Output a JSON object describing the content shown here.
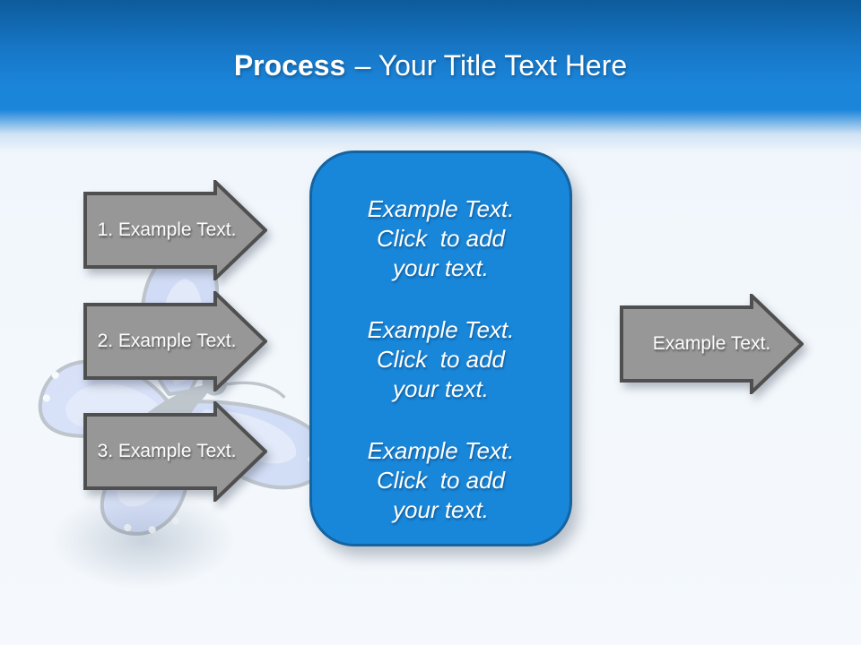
{
  "header": {
    "title_bold": "Process",
    "title_rest": "– Your Title Text Here"
  },
  "process_steps": [
    {
      "label": "1. Example Text."
    },
    {
      "label": "2. Example Text."
    },
    {
      "label": "3. Example Text."
    }
  ],
  "center_box": {
    "blocks": [
      {
        "lines": [
          "Example Text.",
          "Click  to add",
          "your text."
        ]
      },
      {
        "lines": [
          "Example Text.",
          "Click  to add",
          "your text."
        ]
      },
      {
        "lines": [
          "Example Text.",
          "Click  to add",
          "your text."
        ]
      }
    ]
  },
  "output_arrow": {
    "label": "Example Text."
  },
  "decorations": {
    "background_graphic": "butterfly"
  },
  "colors": {
    "header_top": "#0d5b9b",
    "header_blue": "#1b85da",
    "box_fill": "#1886d9",
    "box_border": "#15639f",
    "arrow_fill": "#979797",
    "arrow_border": "#4f4f4f",
    "text_white": "#ffffff"
  }
}
